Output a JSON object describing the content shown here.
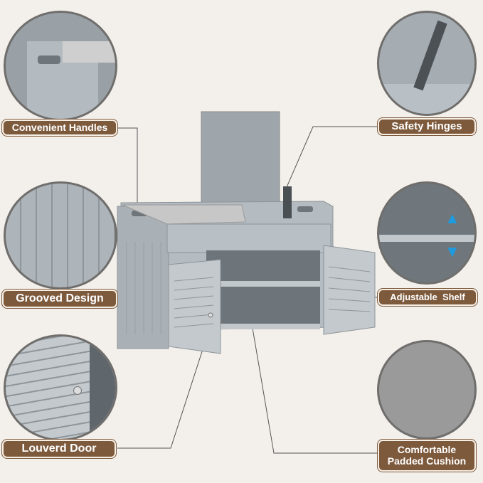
{
  "features": {
    "handles": "Convenient Handles",
    "hinges": "Safety Hinges",
    "grooved": "Grooved Design",
    "shelf": "Adjustable  Shelf",
    "door": "Louverd Door",
    "cushion_line1": "Comfortable",
    "cushion_line2": "Padded Cushion"
  },
  "colors": {
    "label_bg": "#7e5a3d",
    "background": "#f3f0eb",
    "cabinet": "#a9b1b6",
    "cushion": "#9c9c9c",
    "arrow": "#1e9be0"
  }
}
